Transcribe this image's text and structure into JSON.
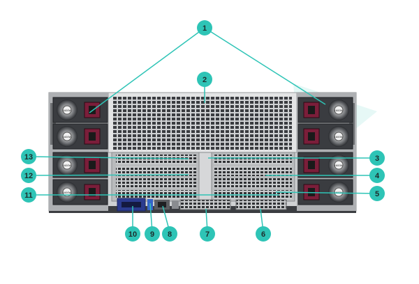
{
  "diagram": {
    "callouts": [
      {
        "id": "callout-1",
        "label": "1"
      },
      {
        "id": "callout-2",
        "label": "2"
      },
      {
        "id": "callout-3",
        "label": "3"
      },
      {
        "id": "callout-4",
        "label": "4"
      },
      {
        "id": "callout-5",
        "label": "5"
      },
      {
        "id": "callout-6",
        "label": "6"
      },
      {
        "id": "callout-7",
        "label": "7"
      },
      {
        "id": "callout-8",
        "label": "8"
      },
      {
        "id": "callout-9",
        "label": "9"
      },
      {
        "id": "callout-10",
        "label": "10"
      },
      {
        "id": "callout-11",
        "label": "11"
      },
      {
        "id": "callout-12",
        "label": "12"
      },
      {
        "id": "callout-13",
        "label": "13"
      }
    ],
    "psu_label": "1600W",
    "colors": {
      "callout_fill": "#2ec4b6",
      "leader_line": "#2ec4b6",
      "chassis_dark": "#2a2c30",
      "chassis_light": "#d9dadb",
      "power_socket": "#7b1e3a"
    }
  }
}
